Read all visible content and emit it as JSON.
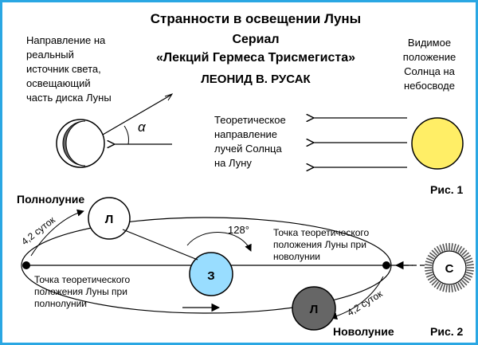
{
  "header": {
    "title": "Странности в освещении Луны",
    "series_line1": "Сериал",
    "series_line2": "«Лекций Гермеса Трисмегиста»",
    "author": "ЛЕОНИД В. РУСАК"
  },
  "fig1": {
    "light_direction_label": [
      "Направление на",
      "реальный",
      "источник света,",
      "освещающий",
      "часть диска Луны"
    ],
    "angle_label": "α",
    "theoretical_rays_label": [
      "Теоретическое",
      "направление",
      "лучей Солнца",
      "на Луну"
    ],
    "visible_sun_label": [
      "Видимое",
      "положение",
      "Солнца на",
      "небосводе"
    ],
    "figure_label": "Рис. 1",
    "colors": {
      "sun": "#ffee66",
      "moon_dark": "#666666"
    }
  },
  "fig2": {
    "full_moon_label": "Полнолуние",
    "new_moon_label": "Новолуние",
    "moon_letter": "Л",
    "earth_letter": "З",
    "sun_letter": "С",
    "angle_value": "128°",
    "days_label": "4,2 суток",
    "new_moon_point_label": [
      "Точка теоретического",
      "положения Луны при",
      "новолунии"
    ],
    "full_moon_point_label": [
      "Точка теоретического",
      "положения Луны при",
      "полнолунии"
    ],
    "figure_label": "Рис. 2",
    "colors": {
      "earth": "#99ddff",
      "moon_dark": "#666666"
    }
  }
}
